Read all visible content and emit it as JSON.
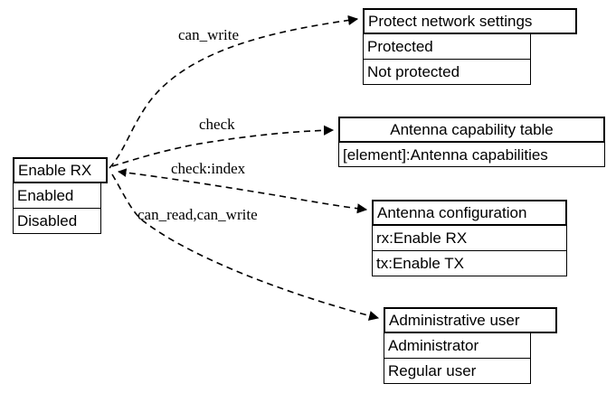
{
  "diagram": {
    "type": "entity-relationship-graph",
    "background_color": "#ffffff",
    "line_color": "#000000",
    "nodes": [
      {
        "id": "enable-rx",
        "title": "Enable RX",
        "title_align": "left",
        "rows": [
          "Enabled",
          "Disabled"
        ]
      },
      {
        "id": "protect-network-settings",
        "title": "Protect network settings",
        "title_align": "left",
        "rows": [
          "Protected",
          "Not protected"
        ]
      },
      {
        "id": "antenna-capability-table",
        "title": "Antenna capability table",
        "title_align": "center",
        "rows": [
          "[element]:Antenna capabilities"
        ]
      },
      {
        "id": "antenna-configuration",
        "title": "Antenna configuration",
        "title_align": "left",
        "rows": [
          "rx:Enable RX",
          "tx:Enable TX"
        ]
      },
      {
        "id": "administrative-user",
        "title": "Administrative user",
        "title_align": "left",
        "rows": [
          "Administrator",
          "Regular user"
        ]
      }
    ],
    "edges": [
      {
        "id": "edge-can-write",
        "label": "can_write",
        "from": "enable-rx",
        "to": "protect-network-settings",
        "arrow_at": "target"
      },
      {
        "id": "edge-check",
        "label": "check",
        "from": "enable-rx",
        "to": "antenna-capability-table",
        "arrow_at": "target"
      },
      {
        "id": "edge-check-index",
        "label": "check:index",
        "from": "antenna-configuration",
        "to": "enable-rx",
        "arrow_at": "both"
      },
      {
        "id": "edge-can-read-can-write",
        "label": "can_read,can_write",
        "from": "enable-rx",
        "to": "administrative-user",
        "arrow_at": "target"
      }
    ]
  }
}
